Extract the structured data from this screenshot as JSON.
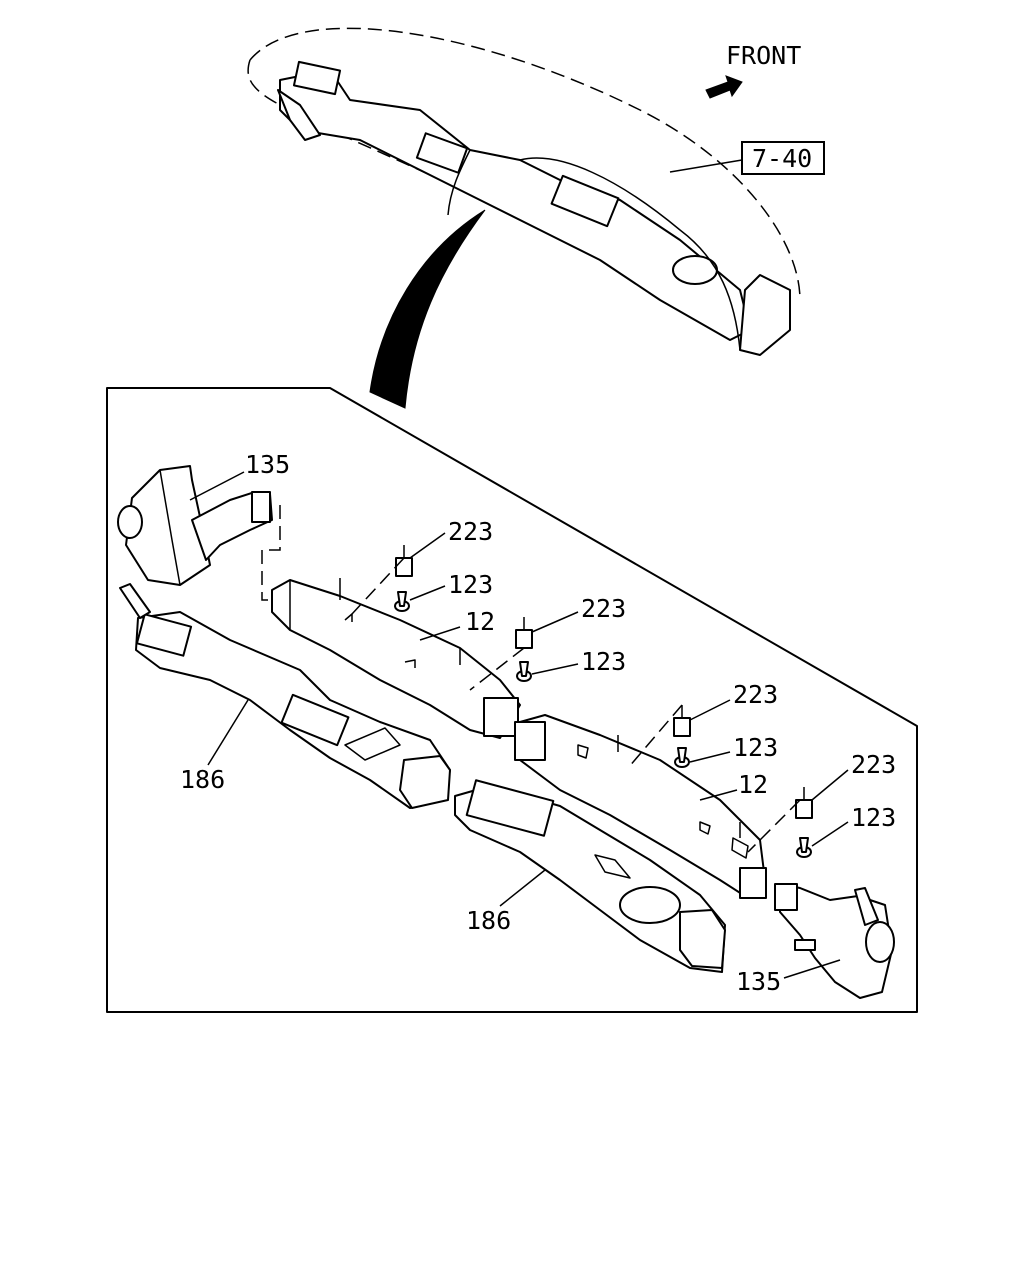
{
  "header": {
    "direction_label": "FRONT",
    "reference_label": "7-40"
  },
  "callouts": [
    {
      "id": "c135a",
      "text": "135"
    },
    {
      "id": "c223a",
      "text": "223"
    },
    {
      "id": "c123a",
      "text": "123"
    },
    {
      "id": "c12a",
      "text": "12"
    },
    {
      "id": "c223b",
      "text": "223"
    },
    {
      "id": "c123b",
      "text": "123"
    },
    {
      "id": "c186a",
      "text": "186"
    },
    {
      "id": "c223c",
      "text": "223"
    },
    {
      "id": "c123c",
      "text": "123"
    },
    {
      "id": "c12b",
      "text": "12"
    },
    {
      "id": "c223d",
      "text": "223"
    },
    {
      "id": "c123d",
      "text": "123"
    },
    {
      "id": "c186b",
      "text": "186"
    },
    {
      "id": "c135b",
      "text": "135"
    }
  ]
}
